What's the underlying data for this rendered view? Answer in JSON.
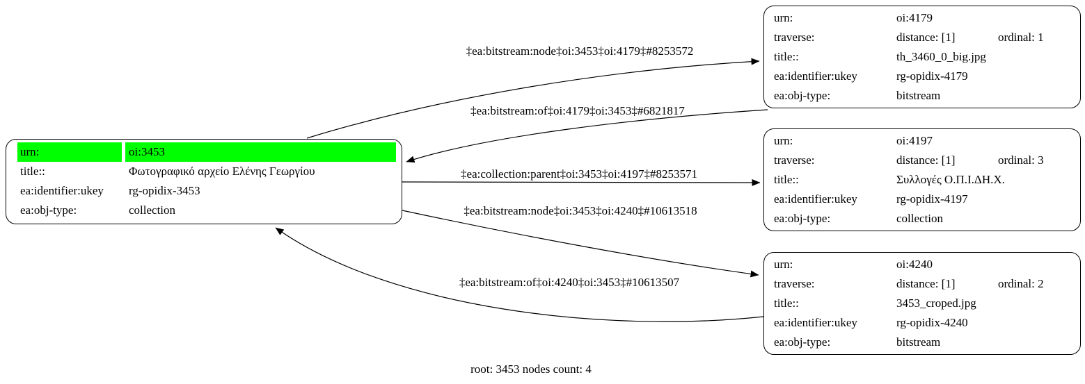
{
  "graph": {
    "caption": "root: 3453 nodes count: 4",
    "highlight_color": "#00ff00",
    "edge_color": "#000000"
  },
  "root_node": {
    "rows": [
      {
        "label": "urn:",
        "value": "oi:3453"
      },
      {
        "label": "title::",
        "value": "Φωτογραφικό αρχείο Ελένης Γεωργίου"
      },
      {
        "label": "ea:identifier:ukey",
        "value": "rg-opidix-3453"
      },
      {
        "label": "ea:obj-type:",
        "value": "collection"
      }
    ]
  },
  "nodes": [
    {
      "rows": [
        {
          "label": "urn:",
          "value": "oi:4179"
        },
        {
          "label": "traverse:",
          "value": "distance: [1]",
          "value2": "ordinal: 1"
        },
        {
          "label": "title::",
          "value": "th_3460_0_big.jpg"
        },
        {
          "label": "ea:identifier:ukey",
          "value": "rg-opidix-4179"
        },
        {
          "label": "ea:obj-type:",
          "value": "bitstream"
        }
      ]
    },
    {
      "rows": [
        {
          "label": "urn:",
          "value": "oi:4197"
        },
        {
          "label": "traverse:",
          "value": "distance: [1]",
          "value2": "ordinal: 3"
        },
        {
          "label": "title::",
          "value": "Συλλογές Ο.Π.Ι.ΔΗ.Χ."
        },
        {
          "label": "ea:identifier:ukey",
          "value": "rg-opidix-4197"
        },
        {
          "label": "ea:obj-type:",
          "value": "collection"
        }
      ]
    },
    {
      "rows": [
        {
          "label": "urn:",
          "value": "oi:4240"
        },
        {
          "label": "traverse:",
          "value": "distance: [1]",
          "value2": "ordinal: 2"
        },
        {
          "label": "title::",
          "value": "3453_croped.jpg"
        },
        {
          "label": "ea:identifier:ukey",
          "value": "rg-opidix-4240"
        },
        {
          "label": "ea:obj-type:",
          "value": "bitstream"
        }
      ]
    }
  ],
  "edges": [
    {
      "label": "‡ea:bitstream:node‡oi:3453‡oi:4179‡#8253572"
    },
    {
      "label": "‡ea:bitstream:of‡oi:4179‡oi:3453‡#6821817"
    },
    {
      "label": "‡ea:collection:parent‡oi:3453‡oi:4197‡#8253571"
    },
    {
      "label": "‡ea:bitstream:node‡oi:3453‡oi:4240‡#10613518"
    },
    {
      "label": "‡ea:bitstream:of‡oi:4240‡oi:3453‡#10613507"
    }
  ]
}
